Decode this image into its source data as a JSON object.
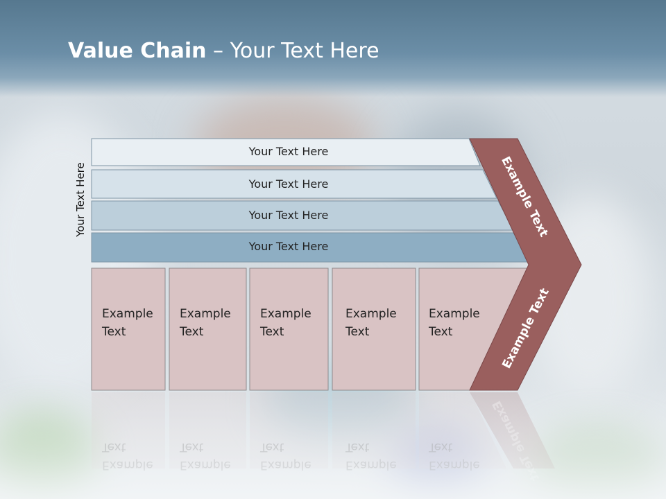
{
  "slide": {
    "title_bold": "Value Chain",
    "title_rest": " – Your Text Here",
    "side_label": "Your Text Here"
  },
  "rows": [
    {
      "label": "Your Text Here",
      "color": "#e9eff3"
    },
    {
      "label": "Your Text Here",
      "color": "#d6e2ea"
    },
    {
      "label": "Your Text Here",
      "color": "#bccfdb"
    },
    {
      "label": "Your Text Here",
      "color": "#8eaec3"
    }
  ],
  "boxes": [
    {
      "line1": "Example",
      "line2": "Text"
    },
    {
      "line1": "Example",
      "line2": "Text"
    },
    {
      "line1": "Example",
      "line2": "Text"
    },
    {
      "line1": "Example",
      "line2": "Text"
    },
    {
      "line1": "Example",
      "line2": "Text"
    }
  ],
  "chevron": {
    "upper_label": "Example Text",
    "lower_label": "Example Text",
    "color": "#9a5f5e"
  },
  "colors": {
    "box_fill": "#d9c3c4",
    "header": "#5f8199"
  }
}
